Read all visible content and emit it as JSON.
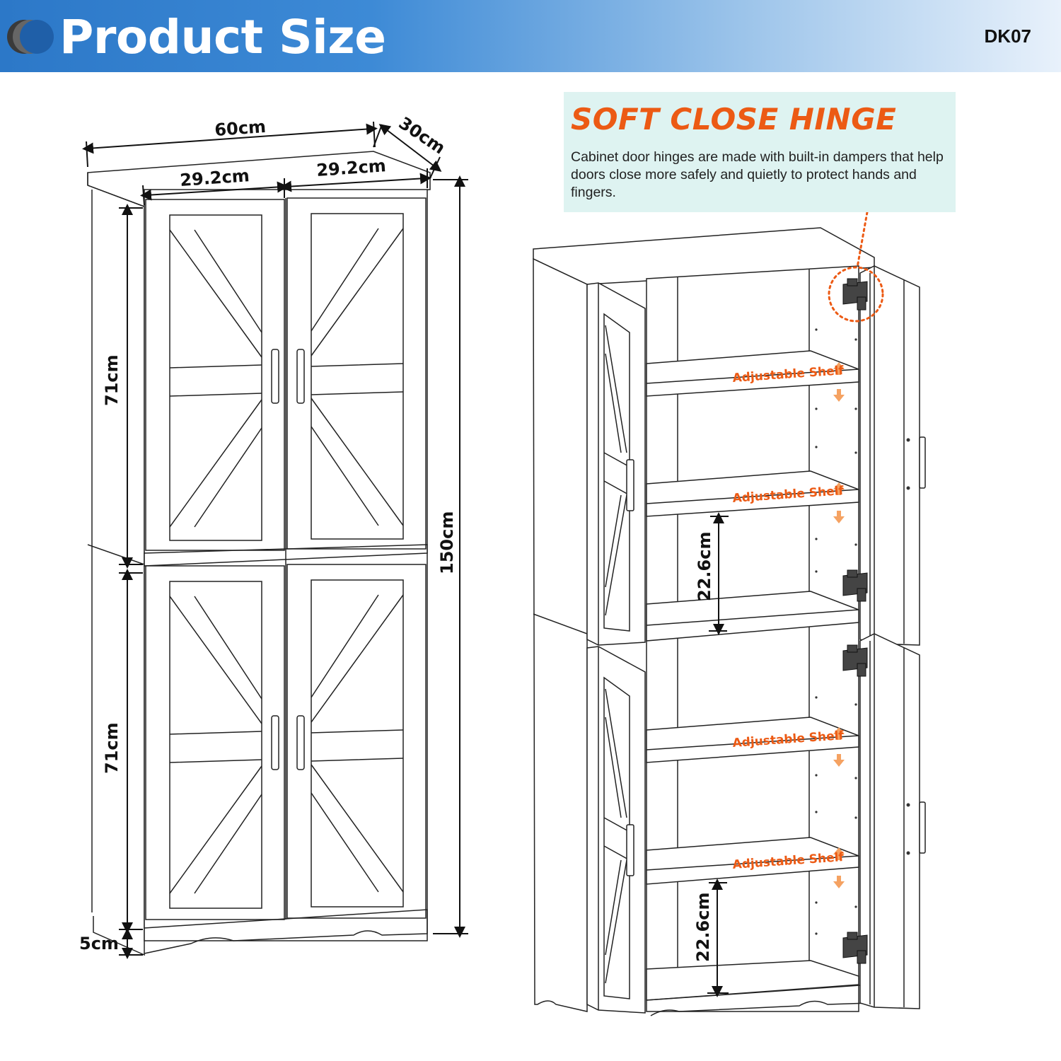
{
  "header": {
    "title": "Product Size",
    "model": "DK07"
  },
  "dimensions": {
    "width": "60cm",
    "depth": "30cm",
    "door_left": "29.2cm",
    "door_right": "29.2cm",
    "height_total": "150cm",
    "upper_section": "71cm",
    "lower_section": "71cm",
    "base": "5cm",
    "shelf_gap_upper": "22.6cm",
    "shelf_gap_lower": "22.6cm"
  },
  "feature": {
    "title": "SOFT CLOSE HINGE",
    "description": "Cabinet door hinges are made with built-in dampers that help doors close more safely and quietly to protect hands and fingers."
  },
  "shelves": [
    "Adjustable Shelf",
    "Adjustable Shelf",
    "Adjustable Shelf",
    "Adjustable Shelf"
  ],
  "colors": {
    "banner": "#2c78c8",
    "accent": "#ec5a14",
    "info_bg": "#def3f1"
  }
}
